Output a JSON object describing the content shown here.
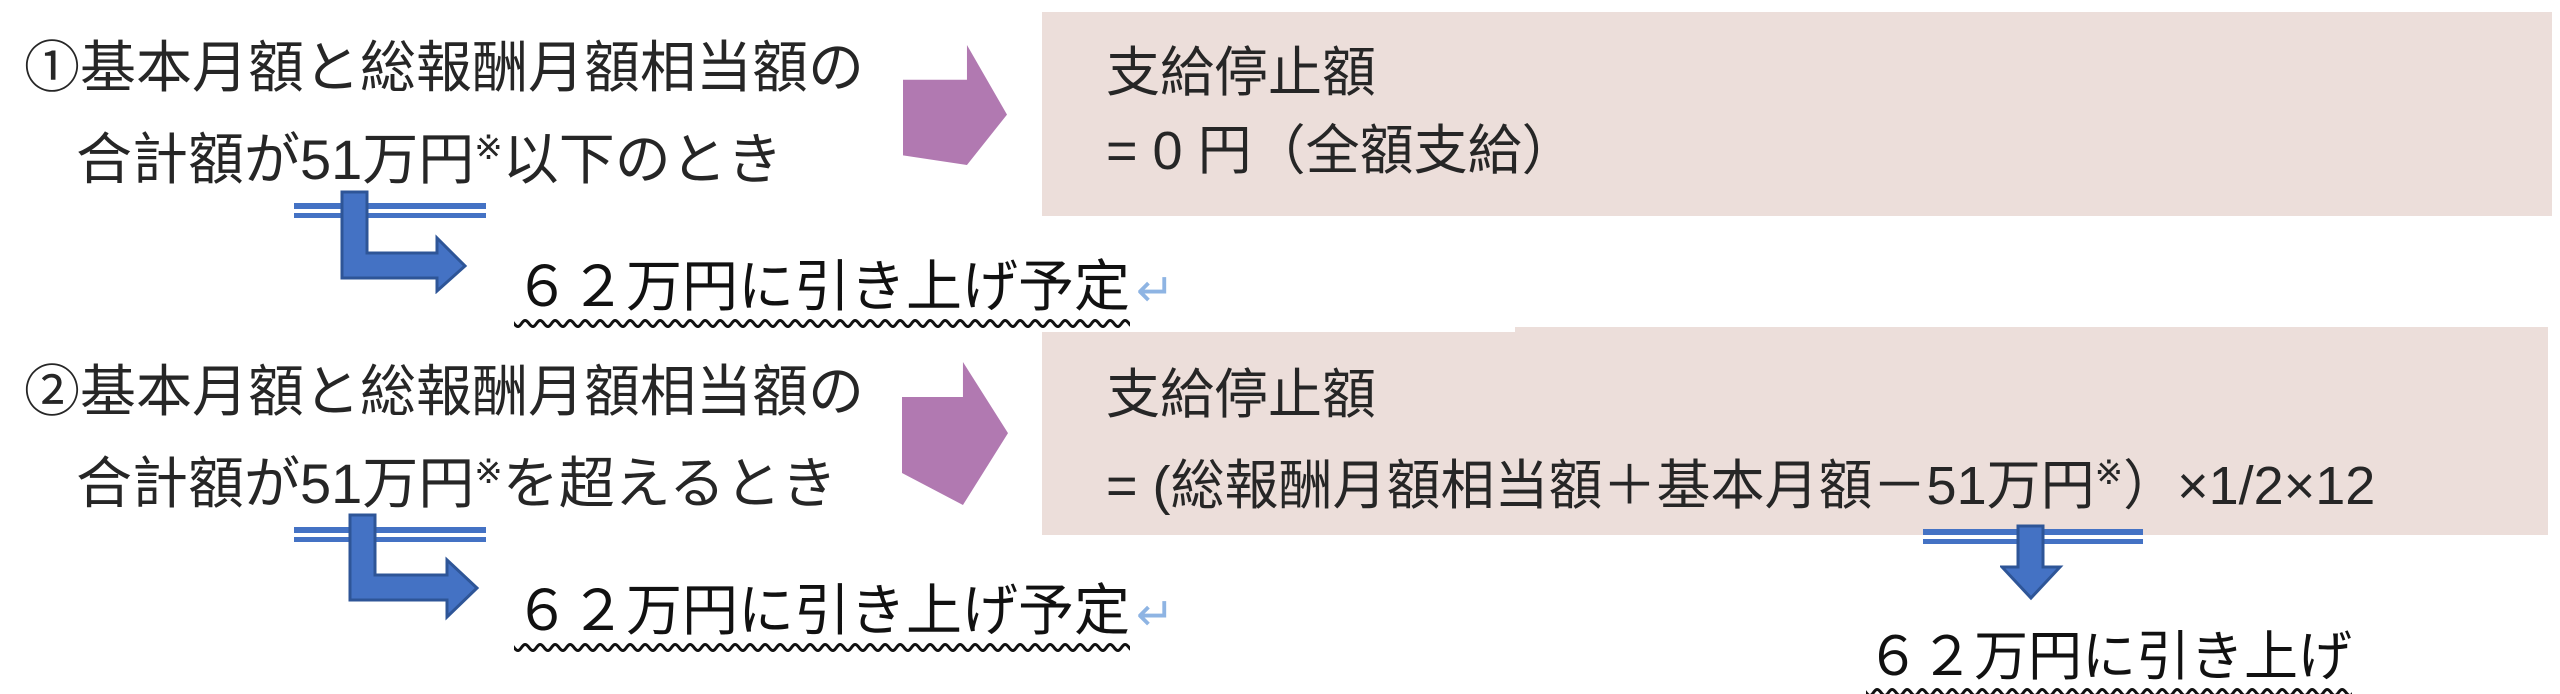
{
  "colors": {
    "result_box_bg": "#ecdeda",
    "purple_arrow": "#b179b1",
    "blue_arrow_fill": "#4472c4",
    "blue_arrow_outline": "#2e5597",
    "double_underline_blue": "#4472c4",
    "return_mark_blue": "#8eb4e3",
    "text": "#262626"
  },
  "rows": [
    {
      "condition": {
        "line1": "①基本月額と総報酬月額相当額の",
        "prefix": "合計額が",
        "amount": "51万円",
        "note_mark": "※",
        "suffix": "以下のとき"
      },
      "result": {
        "title": "支給停止額",
        "formula": "= 0 円（全額支給）"
      },
      "annotation": {
        "text": "６２万円に引き上げ予定",
        "return_mark": "↵"
      }
    },
    {
      "condition": {
        "line1": "②基本月額と総報酬月額相当額の",
        "prefix": "合計額が",
        "amount": "51万円",
        "note_mark": "※",
        "suffix": "を超えるとき"
      },
      "result": {
        "title": "支給停止額",
        "formula_prefix": "= (総報酬月額相当額＋基本月額－",
        "amount": "51万円",
        "note_mark": "※",
        "formula_suffix": "）×1/2×12"
      },
      "annotation": {
        "text": "６２万円に引き上げ予定",
        "return_mark": "↵"
      },
      "sub_annotation": {
        "text": "６２万円に引き上げ"
      }
    }
  ]
}
